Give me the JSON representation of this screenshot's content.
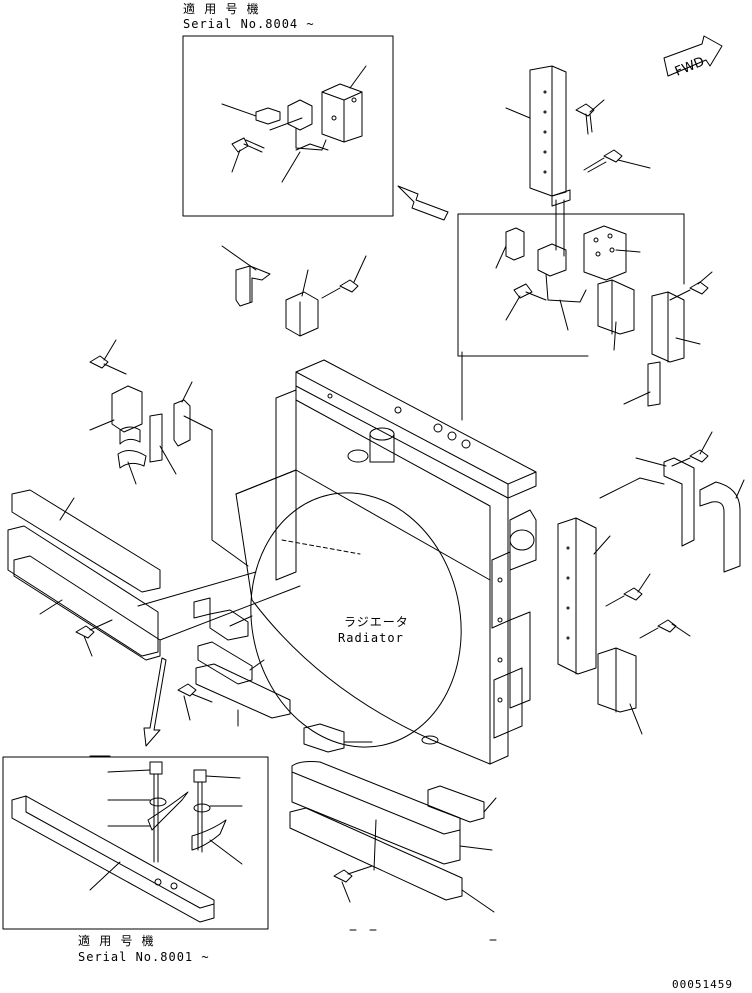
{
  "top_inset": {
    "applicable_label": "適 用 号 機",
    "serial_label": "Serial No.8004 ~"
  },
  "bottom_inset": {
    "applicable_label": "適 用 号 機",
    "serial_label": "Serial No.8001 ~"
  },
  "main": {
    "part_name_jp": "ラジエータ",
    "part_name_en": "Radiator",
    "fwd_label": "FWD"
  },
  "drawing_number": "00051459"
}
